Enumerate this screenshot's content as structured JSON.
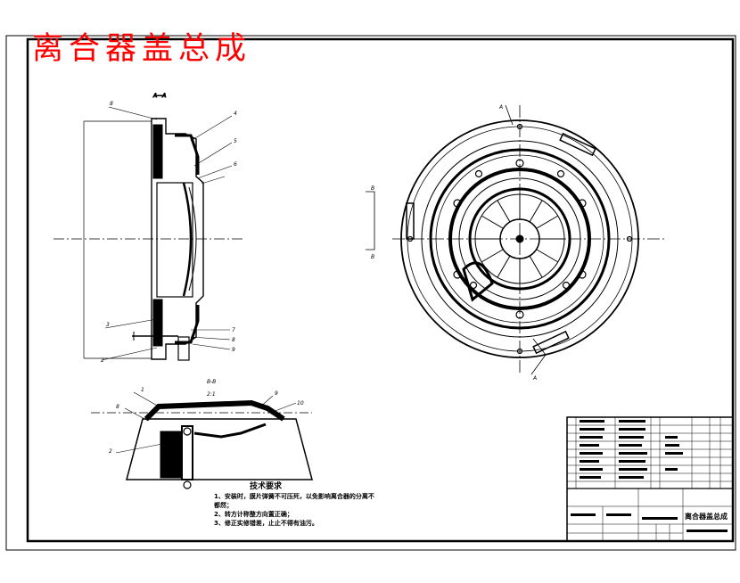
{
  "drawing": {
    "title": "离合器盖总成",
    "section_aa_label": "A—A",
    "section_bb_label": "B-B",
    "section_bb_scale": "2:1",
    "section_mark_a": "A",
    "section_mark_b": "B",
    "part_labels_left": [
      "8",
      "4",
      "5",
      "6",
      "3",
      "7",
      "8",
      "9",
      "2"
    ],
    "part_labels_detail": [
      "1",
      "8",
      "9",
      "10",
      "2"
    ]
  },
  "technical_requirements": {
    "heading": "技术要求",
    "lines": [
      "1、安装时，膜片弹簧不可压死，以免影响离合器的分离不",
      "都然；",
      "2、转方计称整方向置正确；",
      "3、修正实修错差，止止不得有油污。"
    ]
  },
  "title_block": {
    "drawing_name": "离合器盖总成"
  }
}
